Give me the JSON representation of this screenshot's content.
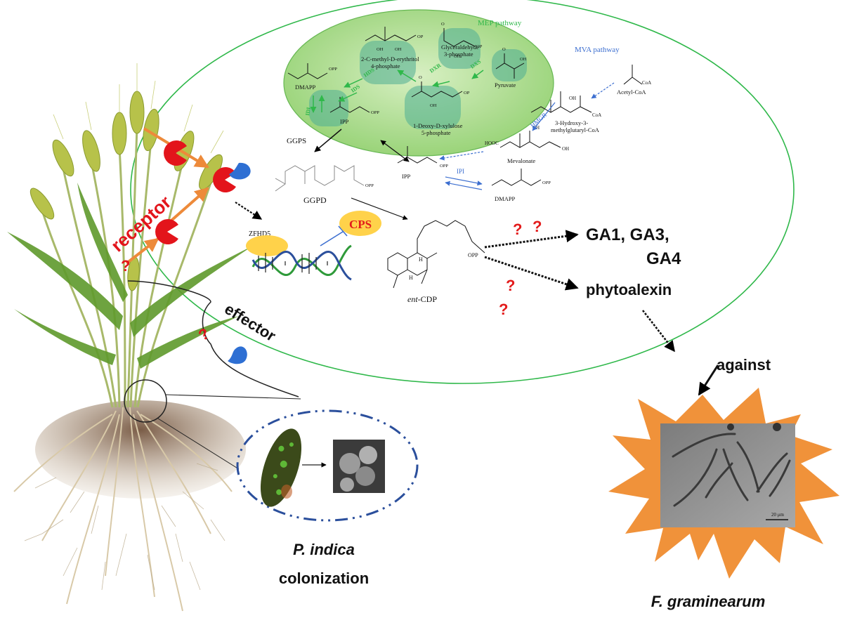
{
  "mep": {
    "title": "MEP pathway",
    "erythritol": [
      "2-C-methyl-D-erythritol",
      "4-phosphate"
    ],
    "glyceraldehyde": [
      "Glyceraldehyde",
      "3-phosphate"
    ],
    "pyruvate": "Pyruvate",
    "deoxyxylulose": [
      "1-Deoxy-D-xylulose",
      "5-phosphate"
    ],
    "dmapp": "DMAPP",
    "ipp": "IPP",
    "enzymes": {
      "hds": "HDS",
      "ids": "IDS",
      "dxr": "DXR",
      "dxs": "DXS",
      "idi": "IDI"
    },
    "opp": "OPP",
    "oh": "OH",
    "op": "OP",
    "o": "O"
  },
  "mva": {
    "title": "MVA pathway",
    "acetyl_coa": "Acetyl-CoA",
    "coa": "CoA",
    "hmg_coa": [
      "3-Hydroxy-3-",
      "methylglutaryl-CoA"
    ],
    "hmgr": "HMGR",
    "mevalonate": "Mevalonate",
    "hooc": "HOOC",
    "ipp": "IPP",
    "dmapp": "DMAPP",
    "ipi": "IPI",
    "oh": "OH"
  },
  "center": {
    "ggps": "GGPS",
    "ggpd": "GGPD",
    "opp": "OPP",
    "cps": "CPS",
    "zfhd5": "ZFHD5",
    "ent_cdp_italic": "ent",
    "ent_cdp_rest": "-CDP",
    "h": "H"
  },
  "products": {
    "ga_line1": "GA1, GA3,",
    "ga_line2": "GA4",
    "phytoalexin": "phytoalexin",
    "against": "against",
    "q": "?"
  },
  "plant": {
    "receptor": "receptor",
    "effector": "effector",
    "colonization_italic": "P. indica",
    "colonization": "colonization",
    "q": "?"
  },
  "pathogen": {
    "name": "F. graminearum",
    "scale": "20 μm"
  },
  "colors": {
    "mep_green": "#2fb84a",
    "mva_blue": "#3d6fd0",
    "question_red": "#e31b1b",
    "cps_yellow": "#ffd24a",
    "burst_orange": "#f0923a",
    "ellipse_blue": "#2b4f9c",
    "effector_blue": "#2e6fd3",
    "arrow_orange": "#ed8a3a"
  }
}
